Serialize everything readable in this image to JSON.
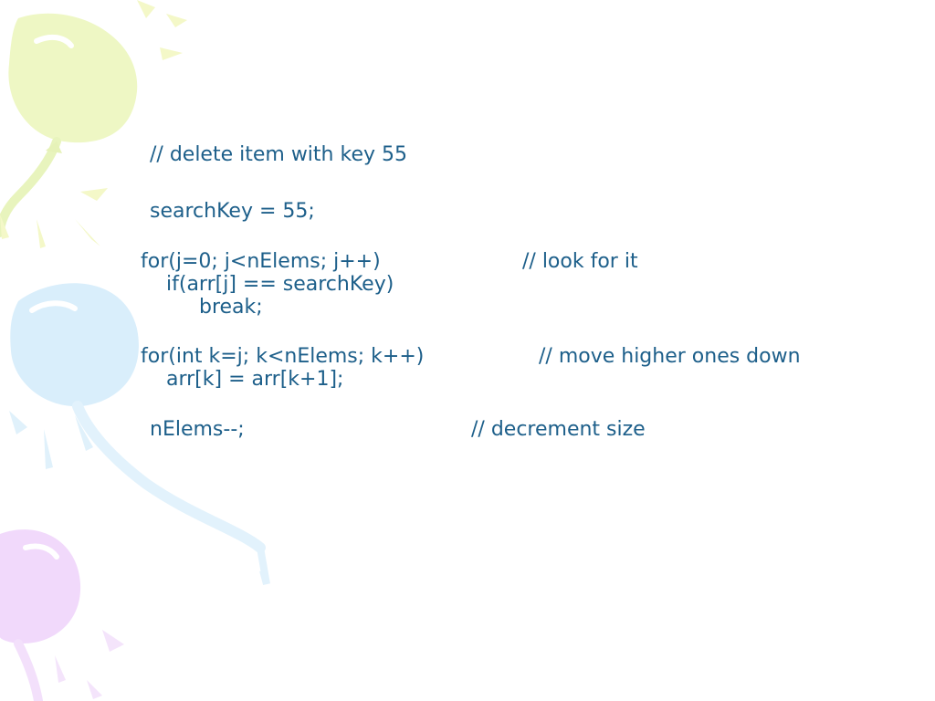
{
  "theme": {
    "text_color": "#1d5f8a",
    "balloon_colors": [
      "#eef7c4",
      "#d9eefb",
      "#f1d9fb"
    ]
  },
  "code_lines": [
    "// delete item with key 55",
    "searchKey = 55;",
    "for(j=0; j<nElems; j++)",
    "// look for it",
    "if(arr[j] == searchKey)",
    "break;",
    "for(int k=j; k<nElems; k++)",
    "// move higher ones down",
    "arr[k] = arr[k+1];",
    "nElems--;",
    "// decrement size"
  ]
}
